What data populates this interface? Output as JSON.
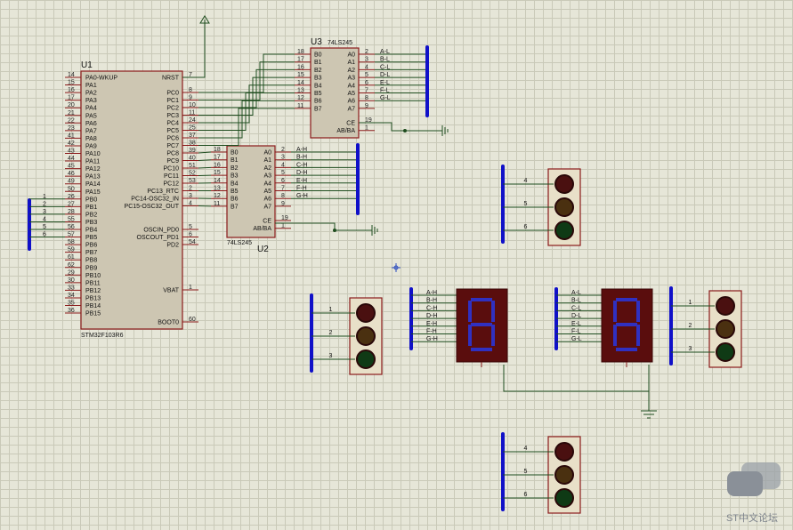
{
  "components": {
    "u1": {
      "ref": "U1",
      "part": "STM32F103R6",
      "left_pins": [
        {
          "num": "14",
          "name": "PA0-WKUP"
        },
        {
          "num": "15",
          "name": "PA1"
        },
        {
          "num": "16",
          "name": "PA2"
        },
        {
          "num": "17",
          "name": "PA3"
        },
        {
          "num": "20",
          "name": "PA4"
        },
        {
          "num": "21",
          "name": "PA5"
        },
        {
          "num": "22",
          "name": "PA6"
        },
        {
          "num": "23",
          "name": "PA7"
        },
        {
          "num": "41",
          "name": "PA8"
        },
        {
          "num": "42",
          "name": "PA9"
        },
        {
          "num": "43",
          "name": "PA10"
        },
        {
          "num": "44",
          "name": "PA11"
        },
        {
          "num": "45",
          "name": "PA12"
        },
        {
          "num": "46",
          "name": "PA13"
        },
        {
          "num": "49",
          "name": "PA14"
        },
        {
          "num": "50",
          "name": "PA15"
        },
        {
          "num": "26",
          "name": "PB0"
        },
        {
          "num": "27",
          "name": "PB1"
        },
        {
          "num": "28",
          "name": "PB2"
        },
        {
          "num": "55",
          "name": "PB3"
        },
        {
          "num": "56",
          "name": "PB4"
        },
        {
          "num": "57",
          "name": "PB5"
        },
        {
          "num": "58",
          "name": "PB6"
        },
        {
          "num": "59",
          "name": "PB7"
        },
        {
          "num": "61",
          "name": "PB8"
        },
        {
          "num": "62",
          "name": "PB9"
        },
        {
          "num": "29",
          "name": "PB10"
        },
        {
          "num": "30",
          "name": "PB11"
        },
        {
          "num": "33",
          "name": "PB12"
        },
        {
          "num": "34",
          "name": "PB13"
        },
        {
          "num": "35",
          "name": "PB14"
        },
        {
          "num": "36",
          "name": "PB15"
        }
      ],
      "right_pins": [
        {
          "num": "7",
          "name": "NRST"
        },
        {
          "num": "8",
          "name": "PC0"
        },
        {
          "num": "9",
          "name": "PC1"
        },
        {
          "num": "10",
          "name": "PC2"
        },
        {
          "num": "11",
          "name": "PC3"
        },
        {
          "num": "24",
          "name": "PC4"
        },
        {
          "num": "25",
          "name": "PC5"
        },
        {
          "num": "37",
          "name": "PC6"
        },
        {
          "num": "38",
          "name": "PC7"
        },
        {
          "num": "39",
          "name": "PC8"
        },
        {
          "num": "40",
          "name": "PC9"
        },
        {
          "num": "51",
          "name": "PC10"
        },
        {
          "num": "52",
          "name": "PC11"
        },
        {
          "num": "53",
          "name": "PC12"
        },
        {
          "num": "2",
          "name": "PC13_RTC"
        },
        {
          "num": "3",
          "name": "PC14-OSC32_IN"
        },
        {
          "num": "4",
          "name": "PC15-OSC32_OUT"
        },
        {
          "num": "5",
          "name": "OSCIN_PD0"
        },
        {
          "num": "6",
          "name": "OSCOUT_PD1"
        },
        {
          "num": "54",
          "name": "PD2"
        },
        {
          "num": "1",
          "name": "VBAT"
        },
        {
          "num": "60",
          "name": "BOOT0"
        }
      ],
      "bus_labels": [
        "1",
        "2",
        "3",
        "4",
        "5",
        "6"
      ]
    },
    "u3": {
      "ref": "U3",
      "part": "74LS245",
      "b_pins": [
        {
          "num": "18",
          "name": "B0"
        },
        {
          "num": "17",
          "name": "B1"
        },
        {
          "num": "16",
          "name": "B2"
        },
        {
          "num": "15",
          "name": "B3"
        },
        {
          "num": "14",
          "name": "B4"
        },
        {
          "num": "13",
          "name": "B5"
        },
        {
          "num": "12",
          "name": "B6"
        },
        {
          "num": "11",
          "name": "B7"
        }
      ],
      "a_pins": [
        {
          "num": "2",
          "name": "A0"
        },
        {
          "num": "3",
          "name": "A1"
        },
        {
          "num": "4",
          "name": "A2"
        },
        {
          "num": "5",
          "name": "A3"
        },
        {
          "num": "6",
          "name": "A4"
        },
        {
          "num": "7",
          "name": "A5"
        },
        {
          "num": "8",
          "name": "A6"
        },
        {
          "num": "9",
          "name": "A7"
        }
      ],
      "ctrl_pins": [
        {
          "num": "19",
          "name": "CE"
        },
        {
          "num": "1",
          "name": "AB/BA"
        }
      ],
      "nets": [
        "A-L",
        "B-L",
        "C-L",
        "D-L",
        "E-L",
        "F-L",
        "G-L"
      ]
    },
    "u2": {
      "ref": "U2",
      "part": "74LS245",
      "b_pins": [
        {
          "num": "18",
          "name": "B0"
        },
        {
          "num": "17",
          "name": "B1"
        },
        {
          "num": "16",
          "name": "B2"
        },
        {
          "num": "15",
          "name": "B3"
        },
        {
          "num": "14",
          "name": "B4"
        },
        {
          "num": "13",
          "name": "B5"
        },
        {
          "num": "12",
          "name": "B6"
        },
        {
          "num": "11",
          "name": "B7"
        }
      ],
      "a_pins": [
        {
          "num": "2",
          "name": "A0"
        },
        {
          "num": "3",
          "name": "A1"
        },
        {
          "num": "4",
          "name": "A2"
        },
        {
          "num": "5",
          "name": "A3"
        },
        {
          "num": "6",
          "name": "A4"
        },
        {
          "num": "7",
          "name": "A5"
        },
        {
          "num": "8",
          "name": "A6"
        },
        {
          "num": "9",
          "name": "A7"
        }
      ],
      "ctrl_pins": [
        {
          "num": "19",
          "name": "CE"
        },
        {
          "num": "1",
          "name": "AB/BA"
        }
      ],
      "nets": [
        "A-H",
        "B-H",
        "C-H",
        "D-H",
        "E-H",
        "F-H",
        "G-H"
      ]
    },
    "displays": [
      {
        "id": "disp-h",
        "nets": [
          "A-H",
          "B-H",
          "C-H",
          "D-H",
          "E-H",
          "F-H",
          "G-H"
        ]
      },
      {
        "id": "disp-l",
        "nets": [
          "A-L",
          "B-L",
          "C-L",
          "D-L",
          "E-L",
          "F-L",
          "G-L"
        ]
      }
    ],
    "traffic_lights": [
      {
        "id": "tl-1",
        "labels": [
          "4",
          "5",
          "6"
        ]
      },
      {
        "id": "tl-2",
        "labels": [
          "1",
          "2",
          "3"
        ]
      },
      {
        "id": "tl-3",
        "labels": [
          "1",
          "2",
          "3"
        ]
      },
      {
        "id": "tl-4",
        "labels": [
          "4",
          "5",
          "6"
        ]
      }
    ]
  },
  "colors": {
    "grid_bg": "#e6e6d8",
    "chip_fill": "#cdc6b2",
    "chip_border": "#8a1a1a",
    "bus": "#1010c8",
    "wire": "#1f4d1f",
    "display_bg": "#5a0d0d",
    "segment": "#3030c0",
    "lamp": "#4a1010"
  },
  "watermark": {
    "text": "ST中文论坛"
  }
}
